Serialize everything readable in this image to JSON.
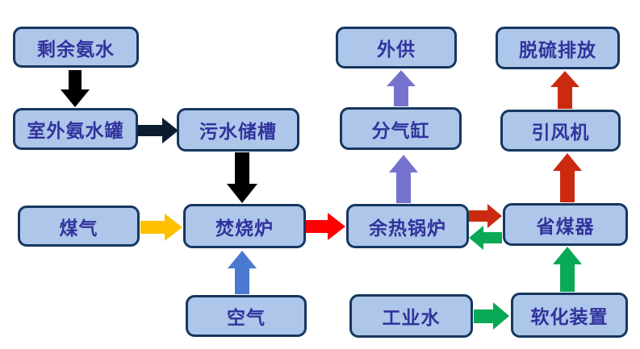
{
  "diagram": {
    "type": "process-flow",
    "background": "#ffffff"
  },
  "palette": {
    "node_fill": "#aec6ea",
    "node_border": "#16375f",
    "node_text": "#31339c",
    "arrow_black": "#000000",
    "arrow_navy": "#0c1c30",
    "arrow_yellow": "#ffc000",
    "arrow_red_bright": "#fe0000",
    "arrow_red_dark": "#cc2a0e",
    "arrow_green": "#0aa955",
    "arrow_blue": "#4a7ad0",
    "arrow_purple": "#7673ce"
  },
  "nodes": {
    "surplus_ammonia": {
      "label": "剩余氨水"
    },
    "outdoor_ammonia_tank": {
      "label": "室外氨水罐"
    },
    "sewage_tank": {
      "label": "污水储槽"
    },
    "coal_gas": {
      "label": "煤气"
    },
    "incinerator": {
      "label": "焚烧炉"
    },
    "air": {
      "label": "空气"
    },
    "waste_heat_boiler": {
      "label": "余热锅炉"
    },
    "gas_cylinder": {
      "label": "分气缸"
    },
    "external_supply": {
      "label": "外供"
    },
    "economizer": {
      "label": "省煤器"
    },
    "induced_draft_fan": {
      "label": "引风机"
    },
    "desulfurization": {
      "label": "脱硫排放"
    },
    "industrial_water": {
      "label": "工业水"
    },
    "softening_device": {
      "label": "软化装置"
    }
  },
  "arrows": [
    {
      "from": "surplus_ammonia",
      "to": "outdoor_ammonia_tank",
      "direction": "down",
      "color": "#000000"
    },
    {
      "from": "outdoor_ammonia_tank",
      "to": "sewage_tank",
      "direction": "right",
      "color": "#0c1c30"
    },
    {
      "from": "sewage_tank",
      "to": "incinerator",
      "direction": "down",
      "color": "#000000"
    },
    {
      "from": "coal_gas",
      "to": "incinerator",
      "direction": "right",
      "color": "#ffc000"
    },
    {
      "from": "incinerator",
      "to": "waste_heat_boiler",
      "direction": "right",
      "color": "#fe0000"
    },
    {
      "from": "air",
      "to": "incinerator",
      "direction": "up",
      "color": "#4a7ad0"
    },
    {
      "from": "waste_heat_boiler",
      "to": "gas_cylinder",
      "direction": "up",
      "color": "#7673ce"
    },
    {
      "from": "gas_cylinder",
      "to": "external_supply",
      "direction": "up",
      "color": "#7673ce"
    },
    {
      "from": "waste_heat_boiler",
      "to": "economizer",
      "direction": "right",
      "color": "#cc2a0e"
    },
    {
      "from": "economizer",
      "to": "waste_heat_boiler",
      "direction": "left",
      "color": "#0aa955"
    },
    {
      "from": "economizer",
      "to": "induced_draft_fan",
      "direction": "up",
      "color": "#cc2a0e"
    },
    {
      "from": "induced_draft_fan",
      "to": "desulfurization",
      "direction": "up",
      "color": "#cc2a0e"
    },
    {
      "from": "softening_device",
      "to": "economizer",
      "direction": "up",
      "color": "#0aa955"
    },
    {
      "from": "industrial_water",
      "to": "softening_device",
      "direction": "right",
      "color": "#0aa955"
    }
  ]
}
